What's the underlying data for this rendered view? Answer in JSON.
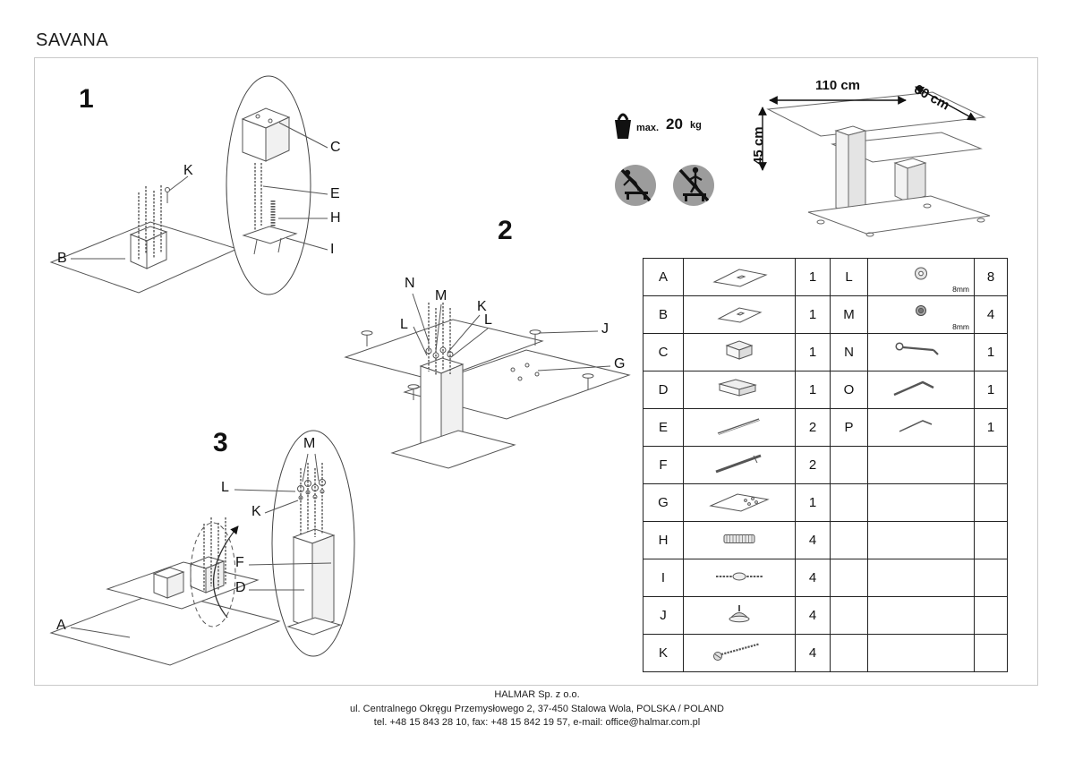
{
  "title": "SAVANA",
  "steps": {
    "step1": {
      "number": "1",
      "labels": {
        "k": "K",
        "b": "B",
        "c": "C",
        "e": "E",
        "h": "H",
        "i": "I"
      }
    },
    "step2": {
      "number": "2",
      "labels": {
        "n": "N",
        "m": "M",
        "k": "K",
        "l_left": "L",
        "l_right": "L",
        "j": "J",
        "g": "G"
      }
    },
    "step3": {
      "number": "3",
      "labels": {
        "m": "M",
        "l": "L",
        "k": "K",
        "f": "F",
        "d": "D",
        "a": "A"
      }
    }
  },
  "dimensions": {
    "width": "110 cm",
    "depth": "60 cm",
    "height": "45 cm"
  },
  "weight_limit": {
    "prefix": "max.",
    "value": "20",
    "unit": "kg"
  },
  "icons": {
    "weight": "kettlebell-icon",
    "left_prohibition": "no-climbing-icon",
    "right_prohibition": "no-standing-icon"
  },
  "parts_table": {
    "rows": [
      {
        "left_letter": "A",
        "left_qty": "1",
        "right_letter": "L",
        "right_qty": "8",
        "right_note": "8mm"
      },
      {
        "left_letter": "B",
        "left_qty": "1",
        "right_letter": "M",
        "right_qty": "4",
        "right_note": "8mm"
      },
      {
        "left_letter": "C",
        "left_qty": "1",
        "right_letter": "N",
        "right_qty": "1"
      },
      {
        "left_letter": "D",
        "left_qty": "1",
        "right_letter": "O",
        "right_qty": "1"
      },
      {
        "left_letter": "E",
        "left_qty": "2",
        "right_letter": "P",
        "right_qty": "1"
      },
      {
        "left_letter": "F",
        "left_qty": "2"
      },
      {
        "left_letter": "G",
        "left_qty": "1"
      },
      {
        "left_letter": "H",
        "left_qty": "4"
      },
      {
        "left_letter": "I",
        "left_qty": "4"
      },
      {
        "left_letter": "J",
        "left_qty": "4"
      },
      {
        "left_letter": "K",
        "left_qty": "4"
      }
    ]
  },
  "footer": {
    "company": "HALMAR Sp. z o.o.",
    "address": "ul. Centralnego Okręgu Przemysłowego 2, 37-450 Stalowa Wola, POLSKA / POLAND",
    "contact": "tel. +48 15 843 28 10, fax: +48 15 842 19 57, e-mail: office@halmar.com.pl"
  }
}
